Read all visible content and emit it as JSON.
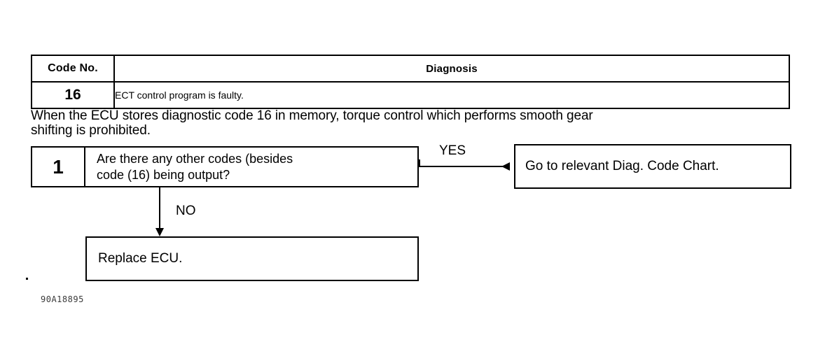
{
  "table": {
    "headers": {
      "code_no": "Code No.",
      "diagnosis": "Diagnosis"
    },
    "rows": [
      {
        "code_no": "16",
        "diagnosis": "ECT control program is faulty."
      }
    ]
  },
  "intro": {
    "text": "When the ECU stores diagnostic code 16 in memory, torque control which performs smooth gear\nshifting is prohibited."
  },
  "flow": {
    "step": {
      "number": "1",
      "question": "Are there any other codes (besides\ncode (16) being output?"
    },
    "branches": {
      "yes_label": "YES",
      "no_label": "NO"
    },
    "yes_result": "Go to relevant Diag. Code Chart.",
    "no_result": "Replace ECU."
  },
  "footer": {
    "code": "90A18895"
  }
}
